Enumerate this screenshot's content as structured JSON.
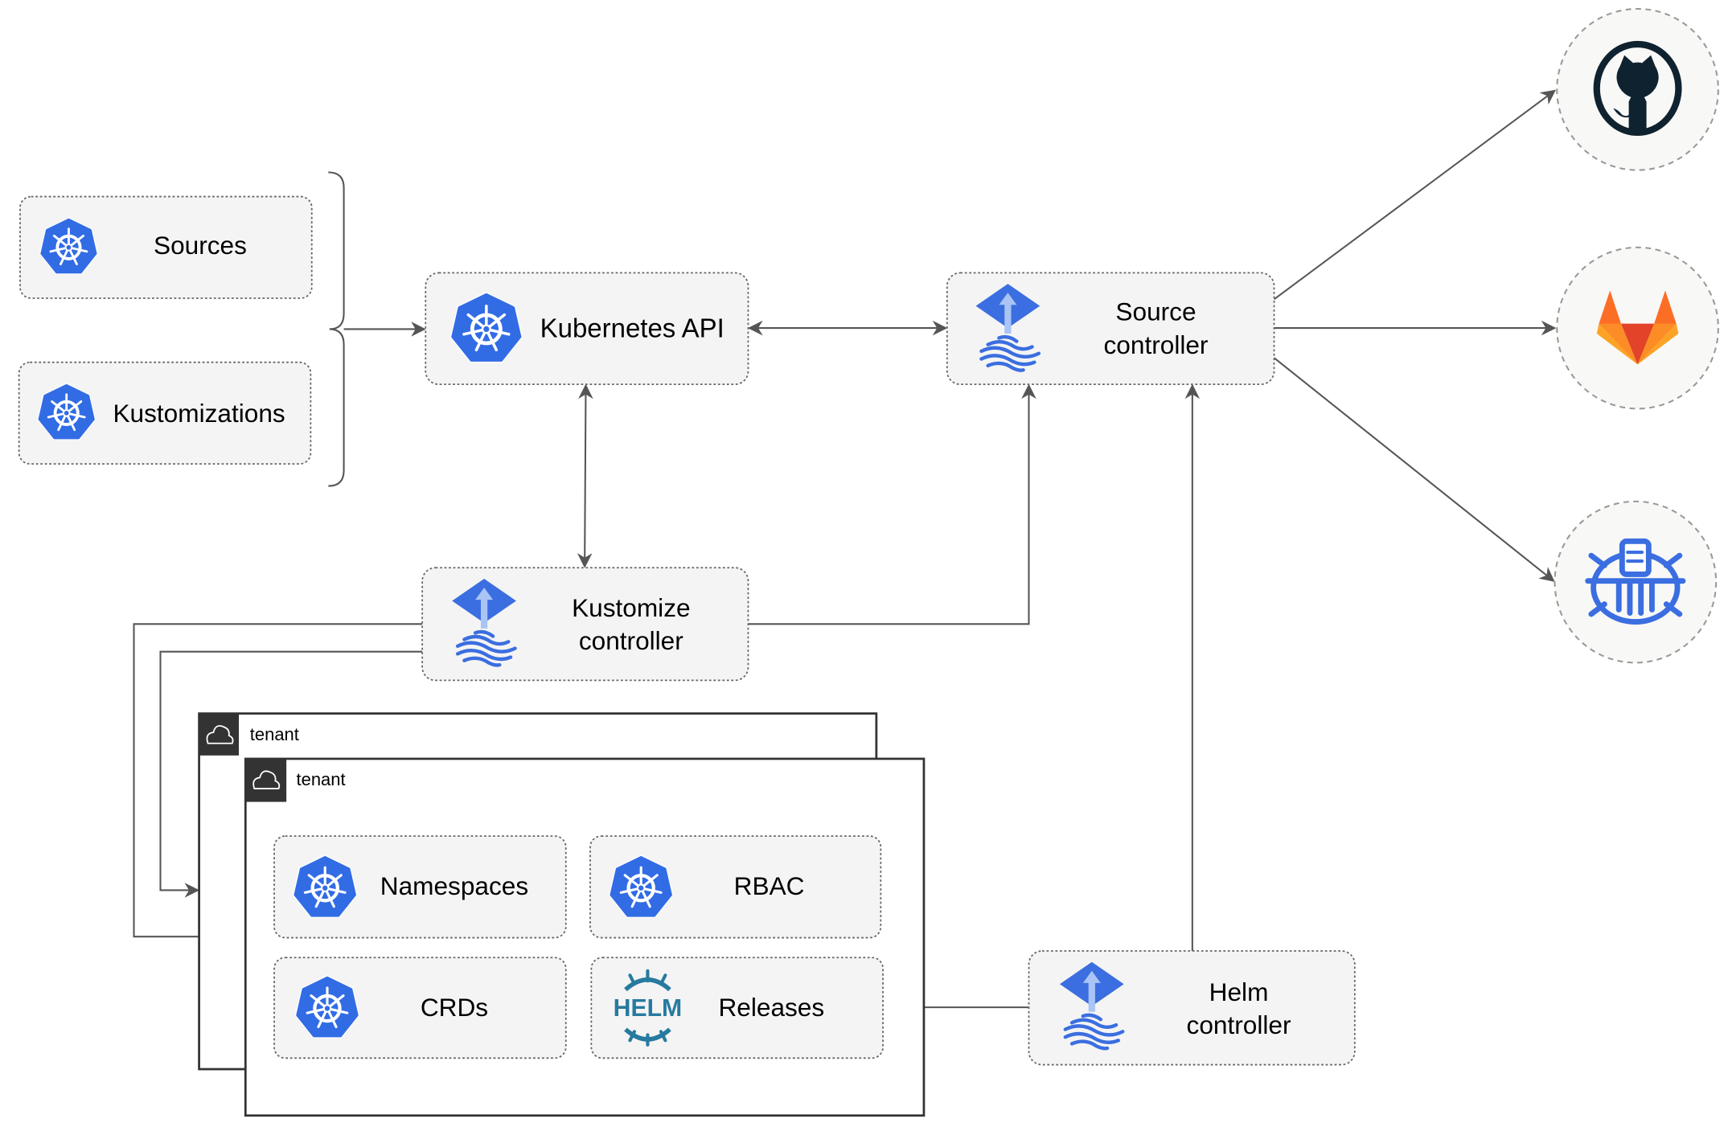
{
  "nodes": {
    "sources": "Sources",
    "kustomizations": "Kustomizations",
    "kubernetes_api": "Kubernetes API",
    "source_controller": [
      "Source",
      "controller"
    ],
    "kustomize_controller": [
      "Kustomize",
      "controller"
    ],
    "helm_controller": [
      "Helm",
      "controller"
    ],
    "namespaces": "Namespaces",
    "rbac": "RBAC",
    "crds": "CRDs",
    "releases": "Releases",
    "helm_logo_text": "HELM"
  },
  "tenants": [
    {
      "label": "tenant"
    },
    {
      "label": "tenant"
    }
  ],
  "external_sources": [
    {
      "icon": "github-icon"
    },
    {
      "icon": "gitlab-icon"
    },
    {
      "icon": "bucket-icon"
    }
  ],
  "colors": {
    "kubernetes_blue": "#326CE5",
    "flux_blue": "#3B6EE0",
    "helm_teal": "#277A9F",
    "gitlab_orange": "#E24329",
    "github_dark": "#0F2230",
    "edge": "#555555"
  }
}
